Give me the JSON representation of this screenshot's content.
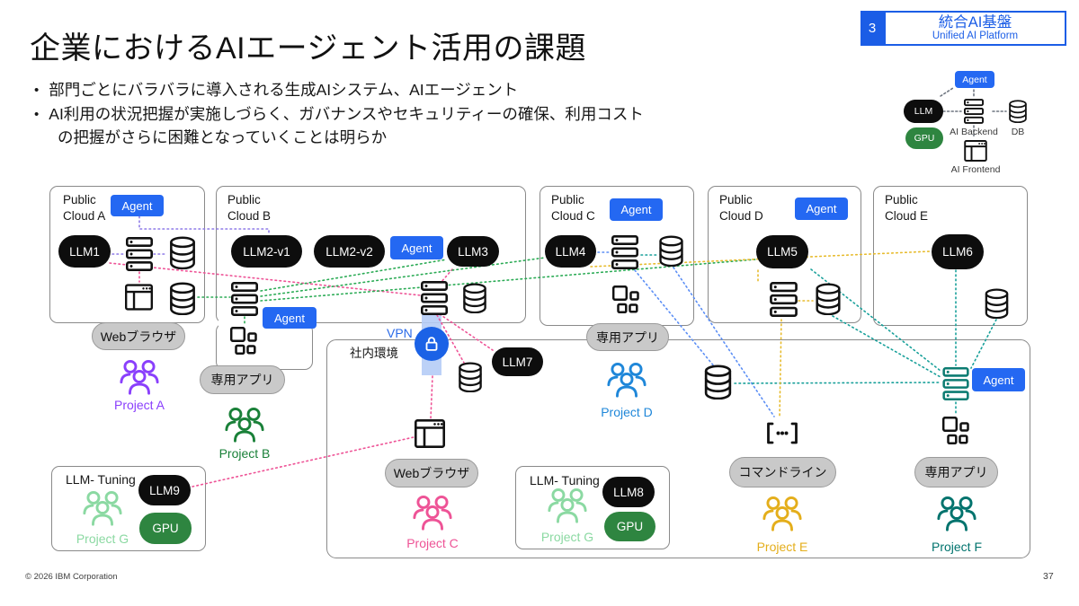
{
  "slide": {
    "title": "企業におけるAIエージェント活用の課題",
    "bullet1": "部門ごとにバラバラに導入される生成AIシステム、AIエージェント",
    "bullet2_line1": "AI利用の状況把握が実施しづらく、ガバナンスやセキュリティーの確保、利用コスト",
    "bullet2_line2": "の把握がさらに困難となっていくことは明らか",
    "footer": "© 2026 IBM Corporation",
    "page_number": "37"
  },
  "badge": {
    "number": "3",
    "title_jp": "統合AI基盤",
    "title_en": "Unified AI Platform"
  },
  "legend": {
    "agent": "Agent",
    "llm": "LLM",
    "gpu": "GPU",
    "backend": "AI Backend",
    "db": "DB",
    "frontend": "AI Frontend"
  },
  "cloud_a": {
    "line1": "Public",
    "line2": "Cloud A",
    "agent": "Agent",
    "llm1": "LLM1",
    "web_pill": "Webブラウザ"
  },
  "cloud_b": {
    "line1": "Public",
    "line2": "Cloud B",
    "llm2v1": "LLM2-v1",
    "llm2v2": "LLM2-v2",
    "agent_top": "Agent",
    "llm3": "LLM3",
    "agent_mid": "Agent",
    "app_pill": "専用アプリ"
  },
  "cloud_c": {
    "line1": "Public",
    "line2": "Cloud C",
    "agent": "Agent",
    "llm4": "LLM4",
    "app_pill": "専用アプリ"
  },
  "cloud_d": {
    "line1": "Public",
    "line2": "Cloud D",
    "agent": "Agent",
    "llm5": "LLM5"
  },
  "cloud_e": {
    "line1": "Public",
    "line2": "Cloud E",
    "llm6": "LLM6"
  },
  "internal": {
    "label": "社内環境",
    "vpn": "VPN",
    "llm7": "LLM7",
    "web_pill": "Webブラウザ",
    "cmd_pill": "コマンドライン",
    "app_pill": "専用アプリ",
    "agent": "Agent"
  },
  "tuning_left": {
    "label": "LLM- Tuning",
    "project": "Project G",
    "llm9": "LLM9",
    "gpu": "GPU"
  },
  "tuning_right": {
    "label": "LLM- Tuning",
    "project": "Project G",
    "llm8": "LLM8",
    "gpu": "GPU"
  },
  "projects": {
    "a": "Project A",
    "b": "Project B",
    "c": "Project C",
    "d": "Project D",
    "e": "Project E",
    "f": "Project F"
  },
  "colors": {
    "agent_blue": "#2468f2",
    "ibm_blue": "#1b5de6",
    "gpu_green": "#2e8540",
    "llm_black": "#0d0d0d",
    "project_a_purple": "#8a3ffc",
    "project_b_green": "#198038",
    "project_c_pink": "#ee5396",
    "project_d_blue": "#1f87d9",
    "project_e_yellow": "#e4ae1b",
    "project_f_teal": "#00736d",
    "project_g_light_green": "#8bd9a2",
    "line_pink": "#ee5396",
    "line_green": "#2bab55",
    "line_teal": "#18a09a",
    "line_yellow": "#e7bb2d",
    "line_blue": "#5b8ef5",
    "line_purple": "#8d7ae8"
  }
}
